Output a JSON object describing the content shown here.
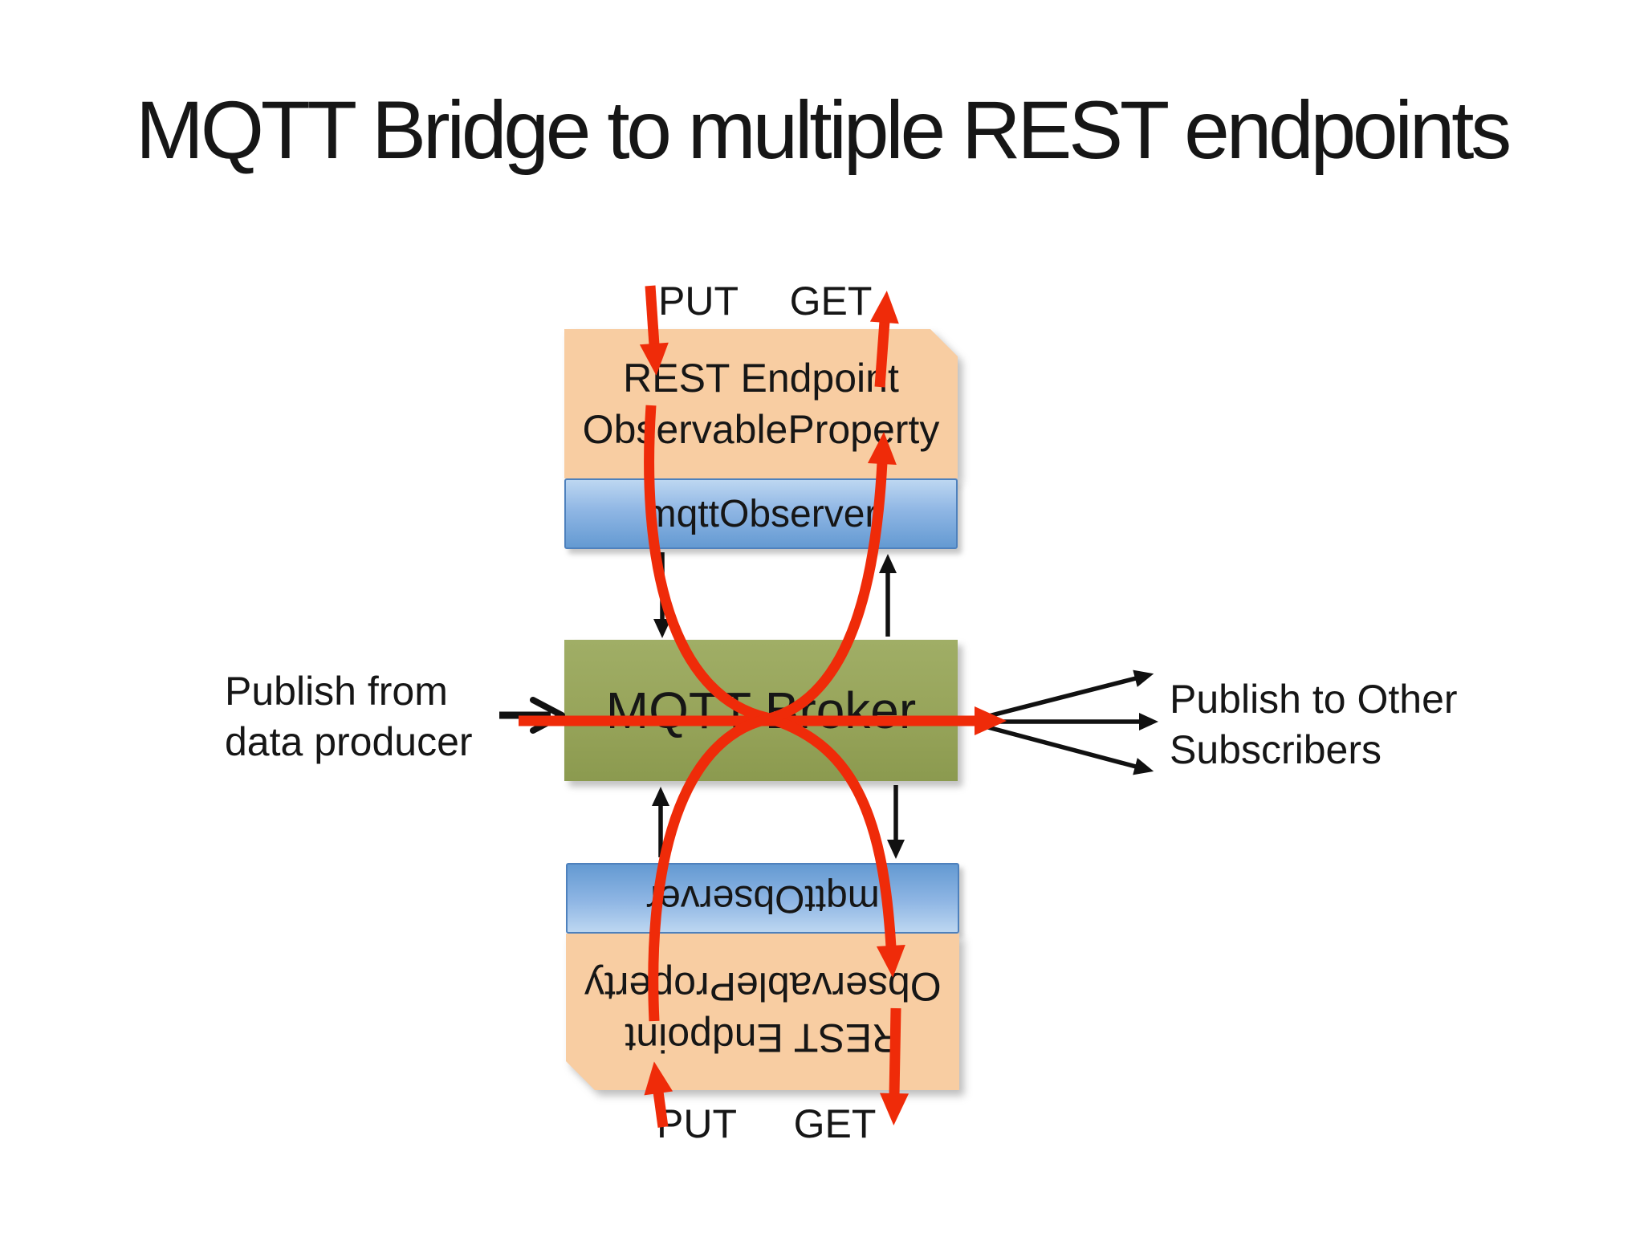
{
  "slide_title": "MQTT Bridge to multiple REST endpoints",
  "colors": {
    "red": "#EF2B09",
    "green": "#97A45A",
    "orange": "#F8CDA2",
    "blue_light": "#BDD7F1",
    "blue_dark": "#649AD2",
    "text": "#161616"
  },
  "top_endpoint": {
    "put_label": "PUT",
    "get_label": "GET",
    "box_line1": "REST Endpoint",
    "box_line2": "ObservableProperty",
    "observer_label": "mqttObserver"
  },
  "broker": {
    "label": "MQTT Broker"
  },
  "bottom_endpoint": {
    "put_label": "PUT",
    "get_label": "GET",
    "box_line1": "REST Endpoint",
    "box_line2": "ObservableProperty",
    "observer_label": "mqttObserver"
  },
  "left_note": {
    "line1": "Publish from",
    "line2": "data producer"
  },
  "right_note": {
    "line1": "Publish to Other",
    "line2": "Subscribers"
  }
}
